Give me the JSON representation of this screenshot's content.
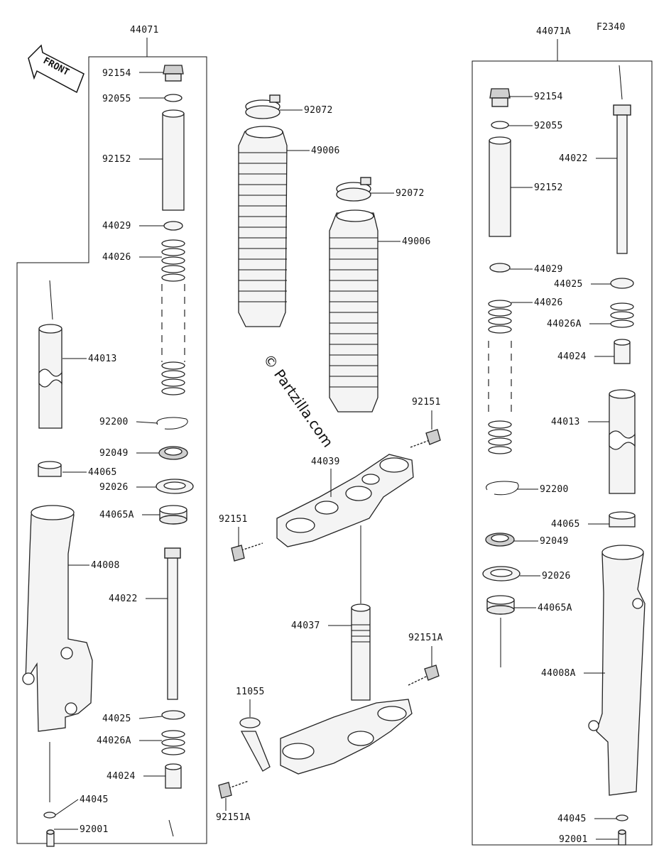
{
  "diagram_code": "F2340",
  "watermark": "© Partzilla.com",
  "front_label": "FRONT",
  "assemblies": {
    "left": "44071",
    "right": "44071A"
  },
  "labels": {
    "l_92154": "92154",
    "l_92055": "92055",
    "l_92152": "92152",
    "l_44029": "44029",
    "l_44026": "44026",
    "l_44013": "44013",
    "l_92200": "92200",
    "l_92049": "92049",
    "l_44065": "44065",
    "l_92026": "92026",
    "l_44065A": "44065A",
    "l_44008": "44008",
    "l_44022": "44022",
    "l_44025": "44025",
    "l_44026A": "44026A",
    "l_44024": "44024",
    "l_44045": "44045",
    "l_92001": "92001",
    "c_92072a": "92072",
    "c_49006a": "49006",
    "c_92072b": "92072",
    "c_49006b": "49006",
    "c_92151a": "92151",
    "c_44039": "44039",
    "c_92151b": "92151",
    "c_44037": "44037",
    "c_92151A_a": "92151A",
    "c_11055": "11055",
    "c_92151A_b": "92151A",
    "r_92154": "92154",
    "r_44022": "44022",
    "r_92055": "92055",
    "r_92152": "92152",
    "r_44029": "44029",
    "r_44025": "44025",
    "r_44026": "44026",
    "r_44026A": "44026A",
    "r_44024": "44024",
    "r_44013": "44013",
    "r_92200": "92200",
    "r_44065": "44065",
    "r_92049": "92049",
    "r_92026": "92026",
    "r_44065A": "44065A",
    "r_44008A": "44008A",
    "r_44045": "44045",
    "r_92001": "92001"
  }
}
